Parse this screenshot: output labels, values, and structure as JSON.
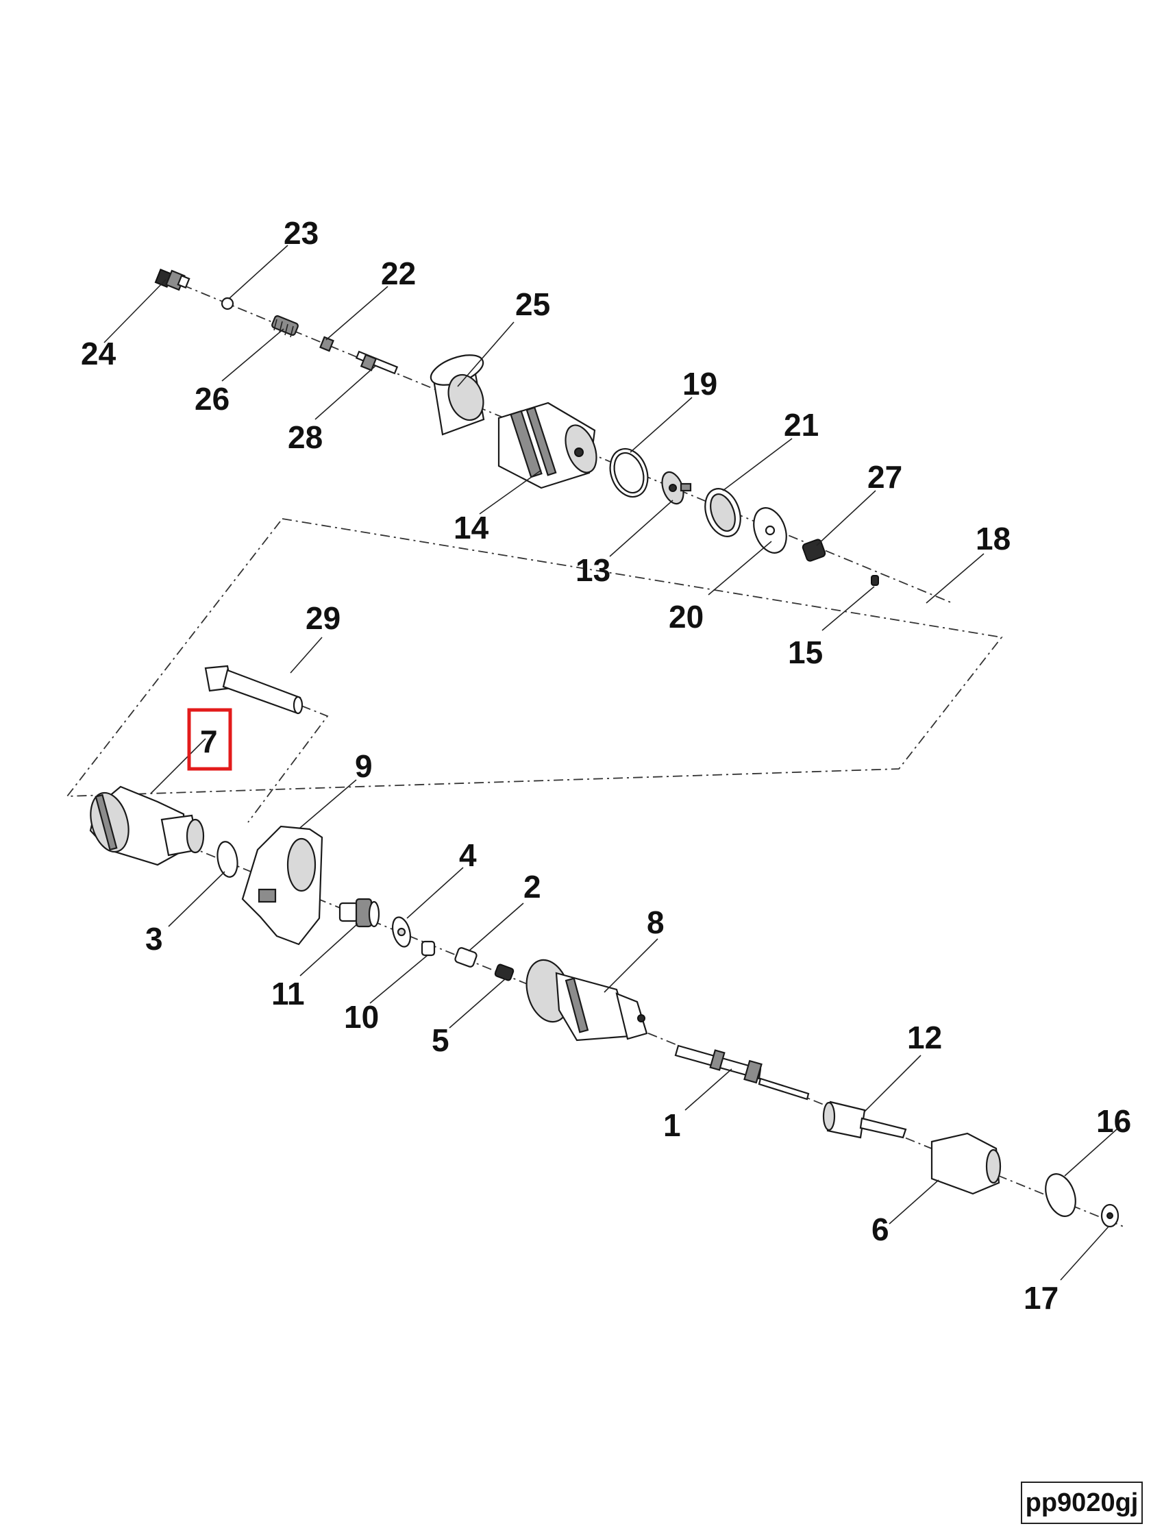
{
  "diagram": {
    "reference_code": "pp9020gj",
    "highlighted_callout": "7",
    "highlight_color": "#e31b1b",
    "callouts": {
      "c1": "1",
      "c2": "2",
      "c3": "3",
      "c4": "4",
      "c5": "5",
      "c6": "6",
      "c7": "7",
      "c8": "8",
      "c9": "9",
      "c10": "10",
      "c11": "11",
      "c12": "12",
      "c13": "13",
      "c14": "14",
      "c15": "15",
      "c16": "16",
      "c17": "17",
      "c18": "18",
      "c19": "19",
      "c20": "20",
      "c21": "21",
      "c22": "22",
      "c23": "23",
      "c24": "24",
      "c25": "25",
      "c26": "26",
      "c27": "27",
      "c28": "28",
      "c29": "29"
    }
  }
}
